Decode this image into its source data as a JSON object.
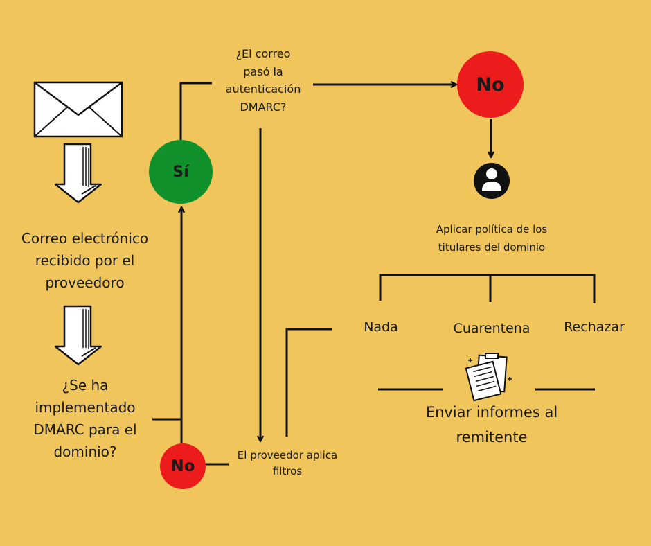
{
  "nodes": {
    "received": "Correo electrónico\nrecibido por el\nproveedoro",
    "implemented": "¿Se ha\nimplementado\nDMARC para el\ndominio?",
    "no_bottom": "No",
    "yes": "Sí",
    "auth_question": "¿El correo\npasó la\nautenticación\nDMARC?",
    "no_top": "No",
    "apply_policy": "Aplicar política de los\ntitulares del dominio",
    "option_none": "Nada",
    "option_quarantine": "Cuarentena",
    "option_reject": "Rechazar",
    "send_reports": "Enviar informes al\nremitente",
    "filters": "El proveedor aplica\nfiltros"
  },
  "colors": {
    "background": "#EFC55C",
    "no_circle": "#EC1C1C",
    "yes_circle": "#11912C",
    "line": "#111111"
  },
  "icons": {
    "envelope": "envelope-icon",
    "arrow_down": "hand-drawn-down-arrow-icon",
    "user": "user-icon",
    "reports": "documents-icon"
  }
}
